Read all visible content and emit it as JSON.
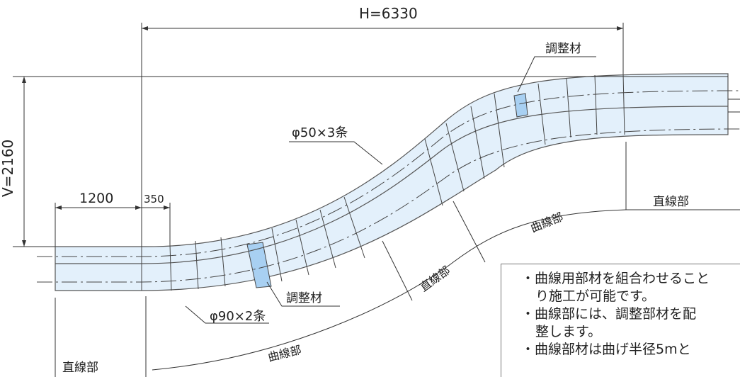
{
  "dimensions": {
    "horizontal": "H=6330",
    "vertical": "V=2160",
    "straight_length": "1200",
    "offset_length": "350"
  },
  "labels": {
    "adjuster_top": "調整材",
    "adjuster_bottom": "調整材",
    "pipe_upper": "φ50×3条",
    "pipe_lower": "φ90×2条"
  },
  "sections": {
    "straight_right": "直線部",
    "curve_upper": "曲線部",
    "straight_middle": "直線部",
    "curve_lower": "曲線部",
    "straight_left": "直線部"
  },
  "notes": [
    "・曲線用部材を組合わせること",
    "り施工が可能です。",
    "・曲線部には、調整部材を配",
    "整します。",
    "・曲線部材は曲げ半径5mと"
  ],
  "colors": {
    "body_fill": "#e3f0fb",
    "adjuster_fill": "#a8d0f2"
  }
}
